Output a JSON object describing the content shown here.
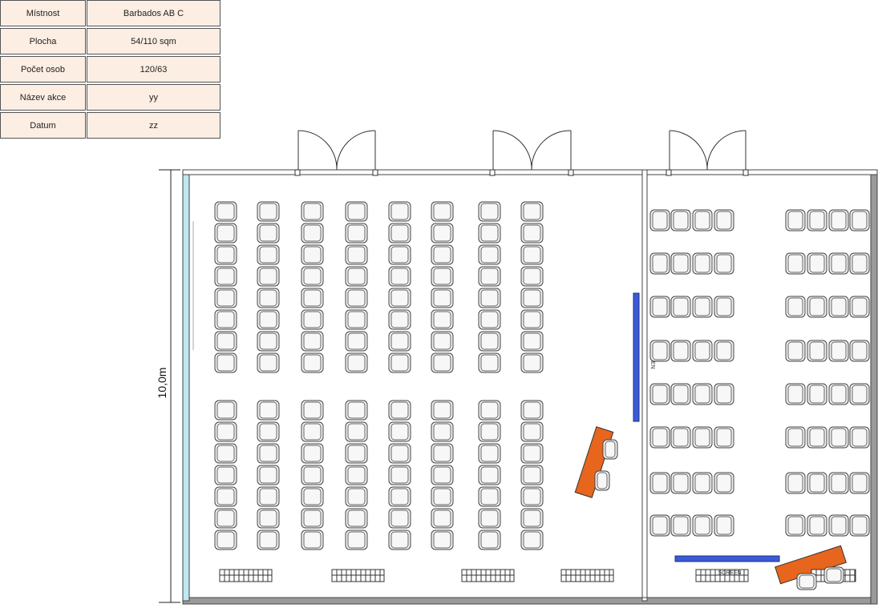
{
  "info": [
    {
      "label": "Místnost",
      "value": "Barbados AB C"
    },
    {
      "label": "Plocha",
      "value": "54/110 sqm"
    },
    {
      "label": "Počet osob",
      "value": "120/63"
    },
    {
      "label": "Název akce",
      "value": "yy"
    },
    {
      "label": "Datum",
      "value": "zz"
    }
  ],
  "dimension_label": "10,0m",
  "screen_label_vertical": "SCREEN",
  "screen_label_horizontal": "SCREEN",
  "colors": {
    "table_fill": "#fdeee3",
    "wall": "#444444",
    "glass": "#bfe8f0",
    "screen": "#3a5bd9",
    "podium": "#e8651e",
    "chair_fill": "#f0f0f0",
    "chair_stroke": "#444444"
  }
}
